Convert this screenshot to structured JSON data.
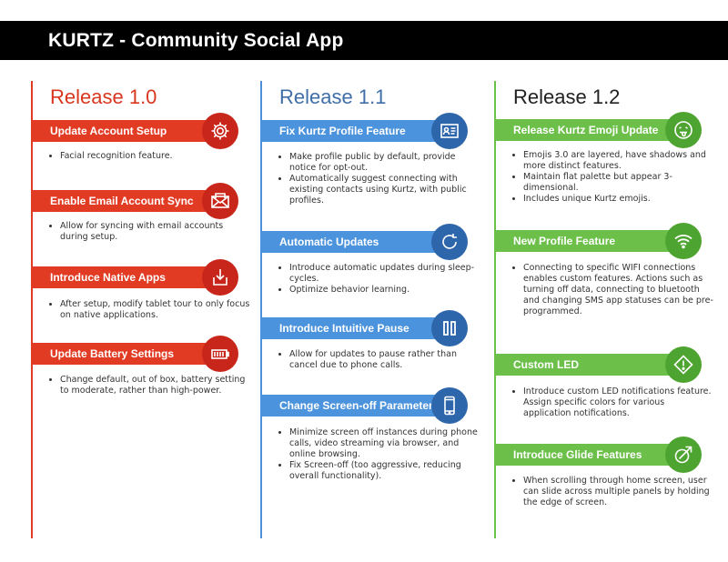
{
  "header": {
    "title": "KURTZ - Community Social App"
  },
  "columns": [
    {
      "title": "Release 1.0",
      "sections": [
        {
          "label": "Update Account Setup",
          "icon": "gear-icon",
          "bullets": [
            "Facial recognition feature."
          ]
        },
        {
          "label": "Enable Email Account Sync",
          "icon": "envelope-icon",
          "bullets": [
            "Allow for syncing with email accounts during setup."
          ]
        },
        {
          "label": "Introduce Native Apps",
          "icon": "download-icon",
          "bullets": [
            "After setup, modify tablet tour to only focus on native applications."
          ]
        },
        {
          "label": "Update Battery Settings",
          "icon": "battery-icon",
          "bullets": [
            "Change default, out of box, battery setting to moderate, rather than high-power."
          ]
        }
      ]
    },
    {
      "title": "Release 1.1",
      "sections": [
        {
          "label": "Fix Kurtz Profile Feature",
          "icon": "id-card-icon",
          "bullets": [
            "Make profile public by default, provide notice for opt-out.",
            "Automatically suggest connecting with existing contacts using Kurtz, with public profiles."
          ]
        },
        {
          "label": "Automatic Updates",
          "icon": "refresh-icon",
          "bullets": [
            "Introduce automatic updates during sleep-cycles.",
            "Optimize behavior learning."
          ]
        },
        {
          "label": "Introduce Intuitive Pause",
          "icon": "pause-icon",
          "bullets": [
            "Allow for updates to pause rather than cancel due to phone calls."
          ]
        },
        {
          "label": "Change Screen-off Parameters",
          "icon": "phone-icon",
          "bullets": [
            "Minimize screen off instances during phone calls, video streaming via browser, and online browsing.",
            "Fix Screen-off (too aggressive, reducing overall functionality)."
          ]
        }
      ]
    },
    {
      "title": "Release 1.2",
      "sections": [
        {
          "label": "Release Kurtz Emoji Update",
          "icon": "emoji-icon",
          "bullets": [
            "Emojis 3.0 are layered, have shadows and more distinct features.",
            "Maintain flat palette but appear 3-dimensional.",
            "Includes unique Kurtz emojis."
          ]
        },
        {
          "label": "New Profile Feature",
          "icon": "wifi-icon",
          "bullets": [
            "Connecting to specific WIFI connections enables custom features. Actions such as turning off data, connecting to bluetooth and changing SMS app statuses can be pre-programmed."
          ]
        },
        {
          "label": "Custom LED",
          "icon": "alert-diamond-icon",
          "bullets": [
            "Introduce custom LED notifications feature. Assign specific colors for various application notifications."
          ]
        },
        {
          "label": "Introduce Glide Features",
          "icon": "arrow-circle-icon",
          "bullets": [
            "When scrolling through home screen, user can slide across multiple panels by holding the edge of screen."
          ]
        }
      ]
    }
  ]
}
